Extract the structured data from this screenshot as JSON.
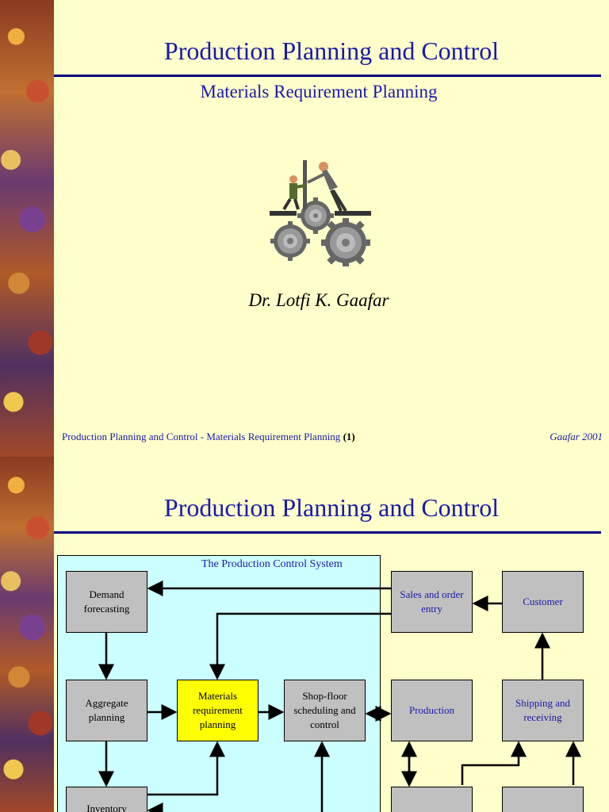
{
  "slide1": {
    "title": "Production Planning and Control",
    "subtitle": "Materials Requirement Planning",
    "author": "Dr. Lotfi K. Gaafar",
    "footer": {
      "text": "Production Planning and Control - Materials Requirement Planning",
      "page": "(1)",
      "credit": "Gaafar 2001"
    }
  },
  "slide2": {
    "title": "Production Planning and Control",
    "system_label": "The Production Control System",
    "nodes": {
      "demand": "Demand forecasting",
      "sales": "Sales and order entry",
      "customer": "Customer",
      "aggregate": "Aggregate planning",
      "mrp": "Materials requirement planning",
      "shopfloor": "Shop-floor scheduling and control",
      "production": "Production",
      "shipping": "Shipping and receiving",
      "inventory": "Inventory"
    }
  },
  "colors": {
    "background": "#ffffcc",
    "title": "#1a1aa8",
    "rule": "#000080",
    "system_box": "#ccffff",
    "node": "#c0c0c0",
    "highlight": "#ffff00"
  }
}
